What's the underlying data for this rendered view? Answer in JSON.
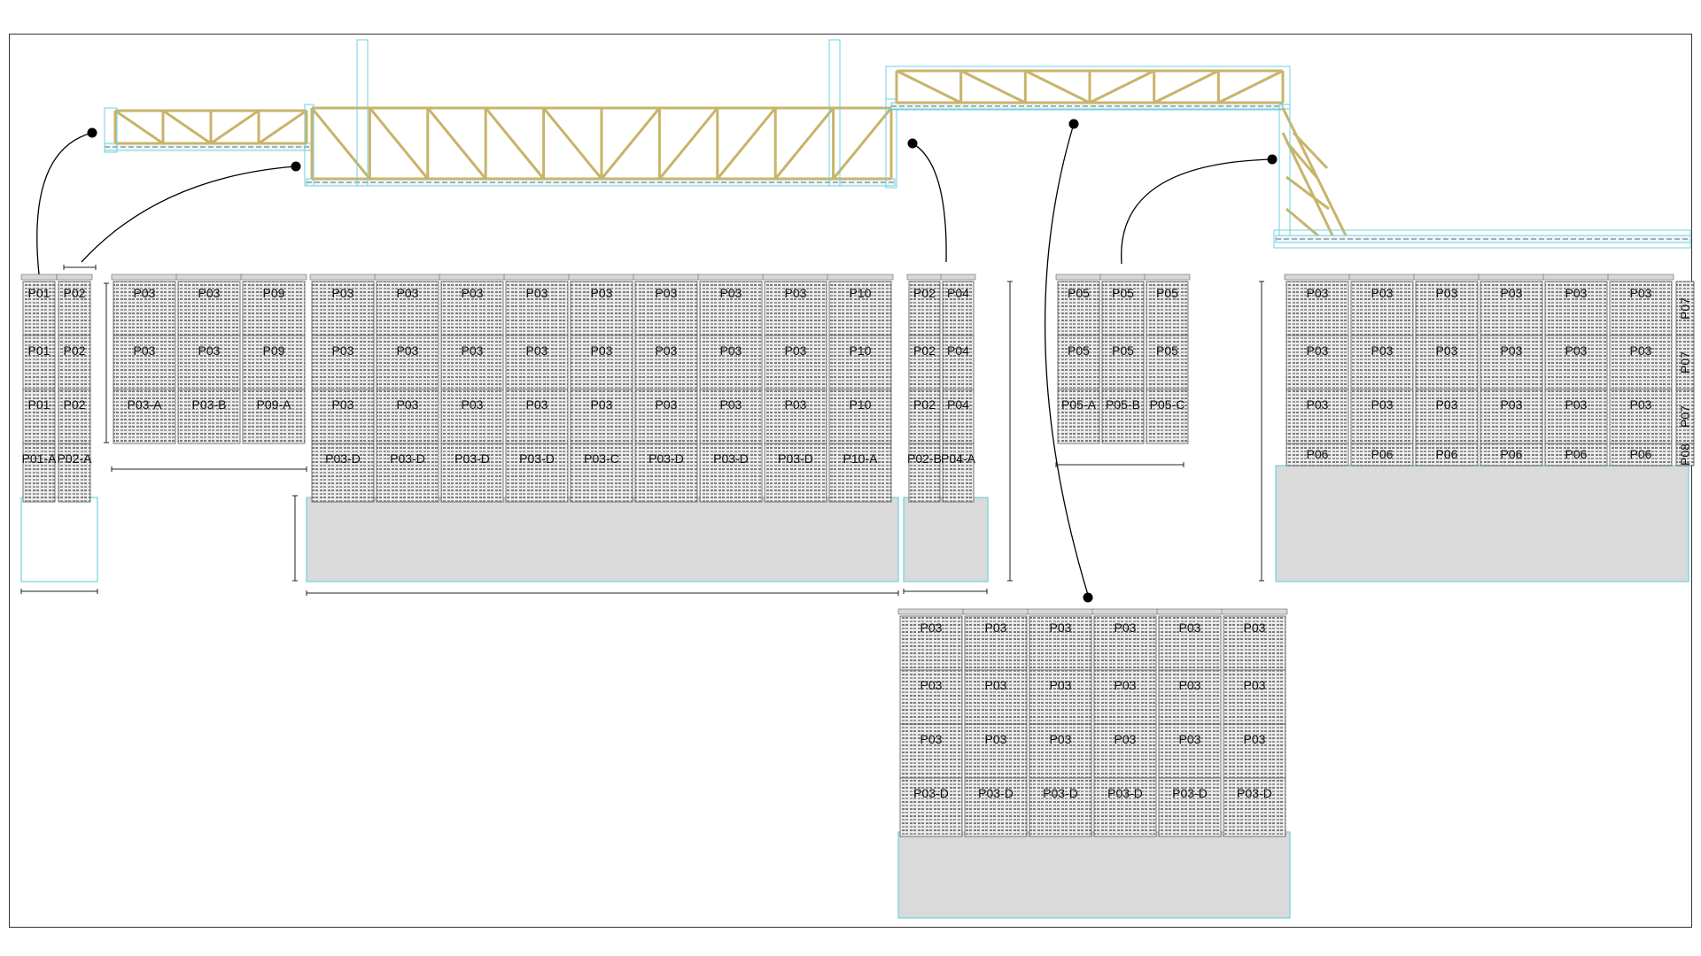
{
  "colors": {
    "truss": "#c8b46a",
    "truss_dark": "#8f7a3a",
    "outline": "#6fd0e0",
    "panel_fill": "#e6e6e6",
    "panel_pattern": "#8a8a8a",
    "base_fill": "#dadada",
    "callout": "#000000"
  },
  "groups": [
    {
      "id": "A",
      "columns": [
        [
          "P01",
          "P01",
          "P01",
          "P01-A"
        ],
        [
          "P02",
          "P02",
          "P02",
          "P02-A"
        ]
      ]
    },
    {
      "id": "B",
      "columns": [
        [
          "P03",
          "P03",
          "P03-A"
        ],
        [
          "P03",
          "P03",
          "P03-B"
        ],
        [
          "P09",
          "P09",
          "P09-A"
        ]
      ]
    },
    {
      "id": "C",
      "columns": [
        [
          "P03",
          "P03",
          "P03",
          "P03-D"
        ],
        [
          "P03",
          "P03",
          "P03",
          "P03-D"
        ],
        [
          "P03",
          "P03",
          "P03",
          "P03-D"
        ],
        [
          "P03",
          "P03",
          "P03",
          "P03-D"
        ],
        [
          "P03",
          "P03",
          "P03",
          "P03-C"
        ],
        [
          "P03",
          "P03",
          "P03",
          "P03-D"
        ],
        [
          "P03",
          "P03",
          "P03",
          "P03-D"
        ],
        [
          "P03",
          "P03",
          "P03",
          "P03-D"
        ],
        [
          "P10",
          "P10",
          "P10",
          "P10-A"
        ]
      ]
    },
    {
      "id": "D",
      "columns": [
        [
          "P02",
          "P02",
          "P02",
          "P02-B"
        ],
        [
          "P04",
          "P04",
          "P04",
          "P04-A"
        ]
      ]
    },
    {
      "id": "E",
      "columns": [
        [
          "P05",
          "P05",
          "P05-A"
        ],
        [
          "P05",
          "P05",
          "P05-B"
        ],
        [
          "P05",
          "P05",
          "P05-C"
        ]
      ]
    },
    {
      "id": "F",
      "columns": [
        [
          "P03",
          "P03",
          "P03",
          "P06"
        ],
        [
          "P03",
          "P03",
          "P03",
          "P06"
        ],
        [
          "P03",
          "P03",
          "P03",
          "P06"
        ],
        [
          "P03",
          "P03",
          "P03",
          "P06"
        ],
        [
          "P03",
          "P03",
          "P03",
          "P06"
        ],
        [
          "P03",
          "P03",
          "P03",
          "P06"
        ]
      ],
      "side_labels": [
        "P07",
        "P07",
        "P07",
        "P08"
      ]
    },
    {
      "id": "G",
      "columns": [
        [
          "P03",
          "P03",
          "P03",
          "P03-D"
        ],
        [
          "P03",
          "P03",
          "P03",
          "P03-D"
        ],
        [
          "P03",
          "P03",
          "P03",
          "P03-D"
        ],
        [
          "P03",
          "P03",
          "P03",
          "P03-D"
        ],
        [
          "P03",
          "P03",
          "P03",
          "P03-D"
        ],
        [
          "P03",
          "P03",
          "P03",
          "P03-D"
        ]
      ]
    }
  ]
}
